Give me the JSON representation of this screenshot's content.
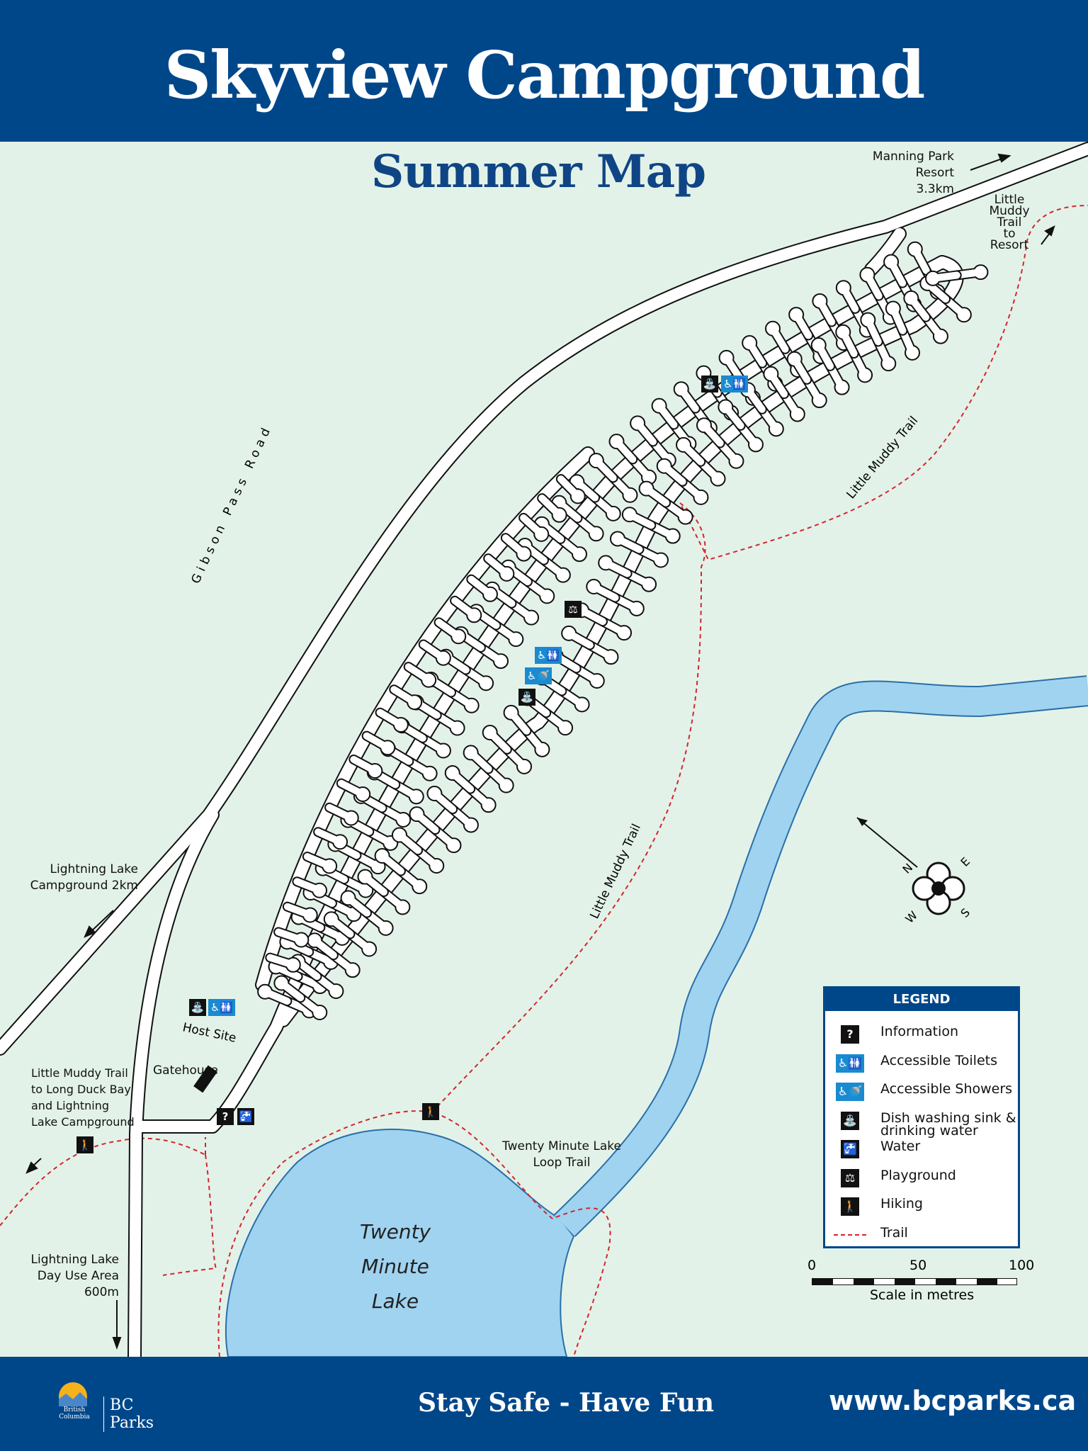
{
  "header": {
    "title": "Skyview Campground",
    "subtitle": "Summer Map"
  },
  "labels": {
    "manning": [
      "Manning Park Resort",
      "3.3km"
    ],
    "little_muddy_resort": [
      "Little",
      "Muddy",
      "Trail",
      "to",
      "Resort"
    ],
    "gibson_pass_road": "Gibson Pass Road",
    "lightning_lake_cg": [
      "Lightning Lake",
      "Campground 2km"
    ],
    "little_muddy_long_duck": [
      "Little Muddy Trail",
      "to Long Duck Bay",
      "and Lightning",
      "Lake Campground"
    ],
    "lightning_day_use": [
      "Lightning Lake",
      "Day Use Area",
      "600m"
    ],
    "host_site": "Host Site",
    "gatehouse": "Gatehouse",
    "loop_trail": [
      "Twenty Minute Lake",
      "Loop Trail"
    ],
    "lake": [
      "Twenty",
      "Minute",
      "Lake"
    ],
    "little_muddy_trail_1": "Little Muddy Trail",
    "little_muddy_trail_2": "Little Muddy Trail",
    "compass": {
      "n": "N",
      "e": "E",
      "s": "S",
      "w": "W"
    }
  },
  "legend": {
    "title": "LEGEND",
    "items": [
      {
        "icon": "information-icon",
        "glyph": "?",
        "label": "Information"
      },
      {
        "icon": "accessible-toilets-icon",
        "glyph": "♿🚻",
        "label": "Accessible Toilets"
      },
      {
        "icon": "accessible-showers-icon",
        "glyph": "♿🚿",
        "label": "Accessible Showers"
      },
      {
        "icon": "dish-washing-sink-icon",
        "glyph": "⛲",
        "label": "Dish washing sink & drinking water"
      },
      {
        "icon": "water-tap-icon",
        "glyph": "🚰",
        "label": "Water"
      },
      {
        "icon": "playground-icon",
        "glyph": "⚖",
        "label": "Playground"
      },
      {
        "icon": "hiking-icon",
        "glyph": "🚶",
        "label": "Hiking"
      },
      {
        "icon": "trail-line-icon",
        "glyph": "",
        "label": "Trail"
      }
    ]
  },
  "scale": {
    "ticks": [
      "0",
      "50",
      "100"
    ],
    "label": "Scale in metres"
  },
  "footer": {
    "org": "BC Parks",
    "gov": [
      "British",
      "Columbia"
    ],
    "slogan": "Stay Safe - Have Fun",
    "url": "www.bcparks.ca"
  },
  "colors": {
    "brand": "#00478a",
    "land": "#e3f2e8",
    "water": "#9fd3f0",
    "trail": "#d22630",
    "facility": "#1a8bd0"
  }
}
